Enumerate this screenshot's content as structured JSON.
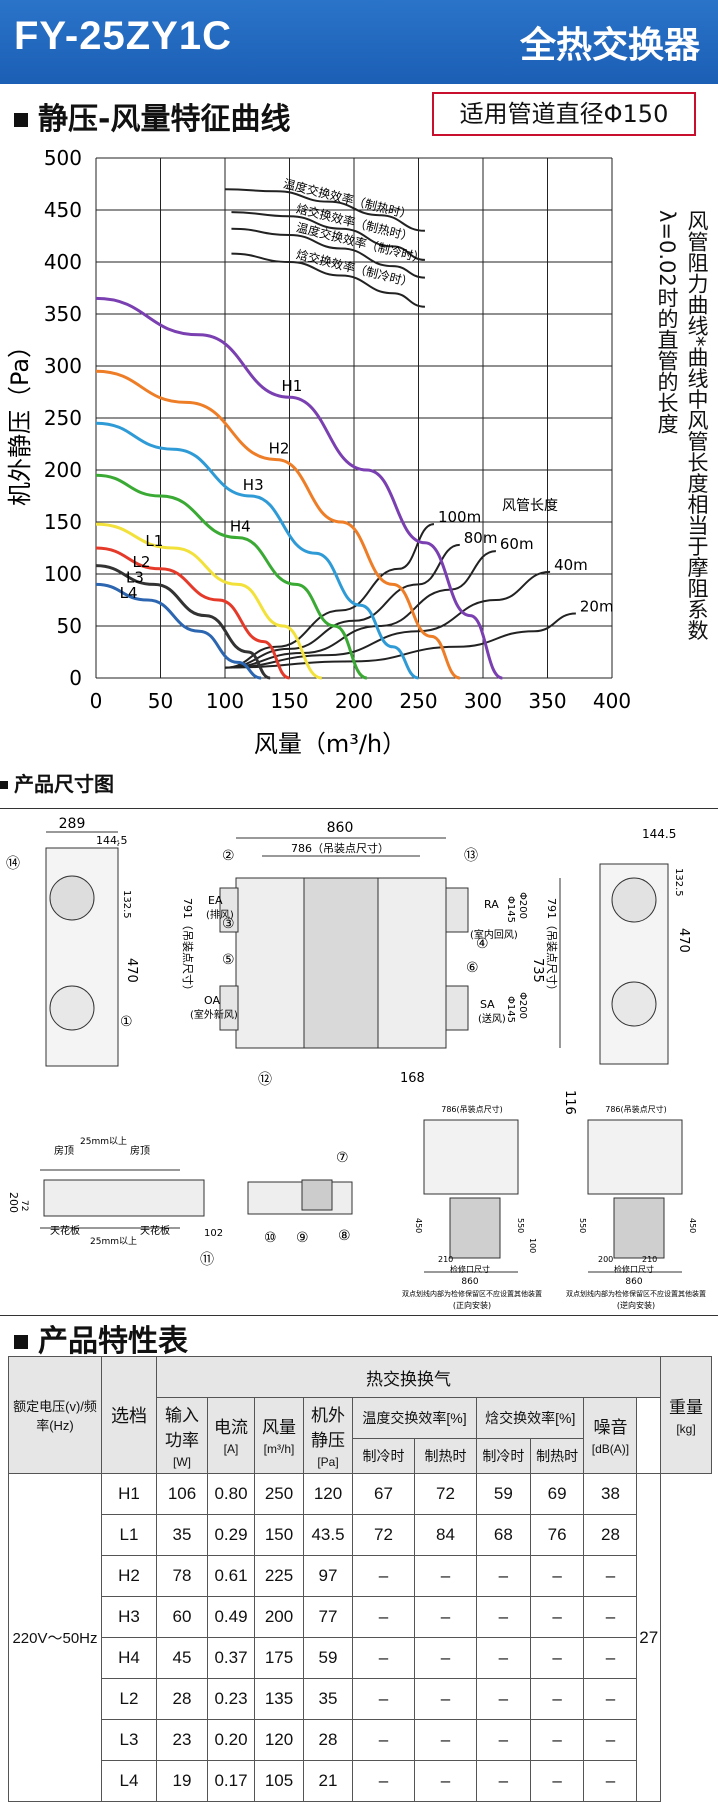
{
  "header": {
    "model": "FY-25ZY1C",
    "product": "全热交换器"
  },
  "section_curve": {
    "title": "静压-风量特征曲线",
    "duct_note": "适用管道直径Φ150"
  },
  "right_note": "风管阻力曲线*曲线中风管长度相当于摩阻系数λ=0.02时的直管的长度",
  "chart_data": {
    "type": "line",
    "xlabel": "风量（m³/h）",
    "ylabel": "机外静压（Pa）",
    "xlim": [
      0,
      400
    ],
    "ylim": [
      0,
      500
    ],
    "x_ticks": [
      "0",
      "50",
      "100",
      "150",
      "200",
      "250",
      "300",
      "350",
      "400"
    ],
    "y_ticks": [
      "0",
      "50",
      "100",
      "150",
      "200",
      "250",
      "300",
      "350",
      "400",
      "450",
      "500"
    ],
    "grid": true,
    "series": [
      {
        "name": "H1",
        "color": "#7a3fb0",
        "points": [
          [
            0,
            365
          ],
          [
            80,
            330
          ],
          [
            150,
            270
          ],
          [
            210,
            200
          ],
          [
            255,
            130
          ],
          [
            290,
            60
          ],
          [
            315,
            0
          ]
        ]
      },
      {
        "name": "H2",
        "color": "#ee7d27",
        "points": [
          [
            0,
            295
          ],
          [
            70,
            265
          ],
          [
            140,
            210
          ],
          [
            190,
            150
          ],
          [
            230,
            90
          ],
          [
            260,
            40
          ],
          [
            282,
            0
          ]
        ]
      },
      {
        "name": "H3",
        "color": "#2f9bd6",
        "points": [
          [
            0,
            245
          ],
          [
            60,
            220
          ],
          [
            120,
            175
          ],
          [
            170,
            120
          ],
          [
            205,
            70
          ],
          [
            230,
            30
          ],
          [
            250,
            0
          ]
        ]
      },
      {
        "name": "H4",
        "color": "#3aaa35",
        "points": [
          [
            0,
            195
          ],
          [
            50,
            175
          ],
          [
            110,
            135
          ],
          [
            155,
            90
          ],
          [
            185,
            50
          ],
          [
            210,
            0
          ]
        ]
      },
      {
        "name": "L1",
        "color": "#f2e13a",
        "points": [
          [
            0,
            148
          ],
          [
            60,
            125
          ],
          [
            110,
            90
          ],
          [
            145,
            50
          ],
          [
            175,
            0
          ]
        ]
      },
      {
        "name": "L2",
        "color": "#e53a2a",
        "points": [
          [
            0,
            125
          ],
          [
            50,
            105
          ],
          [
            95,
            75
          ],
          [
            130,
            35
          ],
          [
            150,
            0
          ]
        ]
      },
      {
        "name": "L3",
        "color": "#333333",
        "points": [
          [
            0,
            108
          ],
          [
            45,
            90
          ],
          [
            85,
            60
          ],
          [
            118,
            25
          ],
          [
            135,
            0
          ]
        ]
      },
      {
        "name": "L4",
        "color": "#2c66b0",
        "points": [
          [
            0,
            90
          ],
          [
            40,
            75
          ],
          [
            80,
            45
          ],
          [
            110,
            15
          ],
          [
            128,
            0
          ]
        ]
      }
    ],
    "duct_series": [
      {
        "name": "100m",
        "color": "#222",
        "points": [
          [
            100,
            10
          ],
          [
            140,
            30
          ],
          [
            190,
            65
          ],
          [
            235,
            105
          ],
          [
            262,
            148
          ]
        ]
      },
      {
        "name": "80m",
        "color": "#222",
        "points": [
          [
            100,
            10
          ],
          [
            150,
            28
          ],
          [
            200,
            55
          ],
          [
            250,
            90
          ],
          [
            282,
            128
          ]
        ]
      },
      {
        "name": "60m",
        "color": "#222",
        "points": [
          [
            100,
            10
          ],
          [
            160,
            24
          ],
          [
            220,
            50
          ],
          [
            275,
            85
          ],
          [
            310,
            122
          ]
        ]
      },
      {
        "name": "40m",
        "color": "#222",
        "points": [
          [
            100,
            10
          ],
          [
            180,
            22
          ],
          [
            250,
            45
          ],
          [
            310,
            75
          ],
          [
            352,
            102
          ]
        ]
      },
      {
        "name": "20m",
        "color": "#222",
        "points": [
          [
            100,
            10
          ],
          [
            200,
            16
          ],
          [
            280,
            30
          ],
          [
            340,
            45
          ],
          [
            372,
            62
          ]
        ]
      }
    ],
    "duct_length_label": "风管长度",
    "efficiency_curves": [
      {
        "name": "温度交换效率（制热时）",
        "points": [
          [
            100,
            470
          ],
          [
            140,
            468
          ],
          [
            180,
            458
          ],
          [
            220,
            445
          ],
          [
            255,
            430
          ]
        ]
      },
      {
        "name": "焓交换效率（制热时）",
        "points": [
          [
            105,
            448
          ],
          [
            150,
            444
          ],
          [
            190,
            432
          ],
          [
            230,
            415
          ],
          [
            255,
            402
          ]
        ]
      },
      {
        "name": "温度交换效率（制冷时）",
        "points": [
          [
            105,
            432
          ],
          [
            150,
            426
          ],
          [
            190,
            413
          ],
          [
            230,
            396
          ],
          [
            255,
            385
          ]
        ]
      },
      {
        "name": "焓交换效率（制冷时）",
        "points": [
          [
            105,
            408
          ],
          [
            150,
            400
          ],
          [
            190,
            387
          ],
          [
            230,
            370
          ],
          [
            255,
            357
          ]
        ]
      }
    ]
  },
  "section_dims": {
    "title": "产品尺寸图",
    "front": {
      "w": "289",
      "d1": "144.5",
      "d2": "132.5",
      "h": "470",
      "h2": "791（吊装点尺寸）"
    },
    "main": {
      "top": "860",
      "hang": "786（吊装点尺寸）",
      "ea": "EA",
      "ea_label": "(排风)",
      "oa": "OA",
      "oa_label": "(室外新风)",
      "ra": "RA",
      "ra_label": "(室内回风)",
      "sa": "SA",
      "sa_label": "(送风)",
      "phi1": "Φ145",
      "phi2": "Φ200",
      "phi3": "Φ145",
      "phi4": "Φ200",
      "h735": "735",
      "h791": "791（吊装点尺寸）",
      "b168": "168",
      "b116": "116"
    },
    "callouts": [
      "①",
      "②",
      "③",
      "④",
      "⑤",
      "⑥",
      "⑦",
      "⑧",
      "⑨",
      "⑩",
      "⑪",
      "⑫",
      "⑬",
      "⑭"
    ],
    "side": {
      "ceiling": "房顶",
      "gap1": "25mm以上",
      "gap2": "25mm以上",
      "ceil_board": "天花板",
      "h200": "200",
      "h72": "72",
      "d102": "102"
    },
    "install1": {
      "hang": "786(吊装点尺寸)",
      "b": "860",
      "insp": "检修口尺寸",
      "caption1": "双点划线内部为检修保留区不应设置其他装置",
      "caption2": "(正向安装)",
      "d210": "210",
      "d450": "450",
      "d550": "550",
      "d100": "100"
    },
    "install2": {
      "hang": "786(吊装点尺寸)",
      "b": "860",
      "insp": "检修口尺寸",
      "caption1": "双点划线内部为检修保留区不应设置其他装置",
      "caption2": "(逆向安装)",
      "d200": "200",
      "d450": "450",
      "d210": "210",
      "d550": "550"
    }
  },
  "section_table": {
    "title": "产品特性表",
    "h_voltage": "额定电压(v)/频率(Hz)",
    "h_gear": "选档",
    "h_group": "热交换换气",
    "h_power": "输入功率",
    "u_power": "[W]",
    "h_current": "电流",
    "u_current": "[A]",
    "h_flow": "风量",
    "u_flow": "[m³/h]",
    "h_press": "机外静压",
    "u_press": "[Pa]",
    "h_temp": "温度交换效率[%]",
    "h_enth": "焓交换效率[%]",
    "h_noise": "噪音",
    "u_noise": "[dB(A)]",
    "h_weight": "重量",
    "u_weight": "[kg]",
    "sub_cool": "制冷时",
    "sub_heat": "制热时",
    "voltage_value": "220V～50Hz",
    "weight_value": "27",
    "rows": [
      [
        "H1",
        "106",
        "0.80",
        "250",
        "120",
        "67",
        "72",
        "59",
        "69",
        "38"
      ],
      [
        "L1",
        "35",
        "0.29",
        "150",
        "43.5",
        "72",
        "84",
        "68",
        "76",
        "28"
      ],
      [
        "H2",
        "78",
        "0.61",
        "225",
        "97",
        "–",
        "–",
        "–",
        "–",
        "–"
      ],
      [
        "H3",
        "60",
        "0.49",
        "200",
        "77",
        "–",
        "–",
        "–",
        "–",
        "–"
      ],
      [
        "H4",
        "45",
        "0.37",
        "175",
        "59",
        "–",
        "–",
        "–",
        "–",
        "–"
      ],
      [
        "L2",
        "28",
        "0.23",
        "135",
        "35",
        "–",
        "–",
        "–",
        "–",
        "–"
      ],
      [
        "L3",
        "23",
        "0.20",
        "120",
        "28",
        "–",
        "–",
        "–",
        "–",
        "–"
      ],
      [
        "L4",
        "19",
        "0.17",
        "105",
        "21",
        "–",
        "–",
        "–",
        "–",
        "–"
      ]
    ]
  }
}
